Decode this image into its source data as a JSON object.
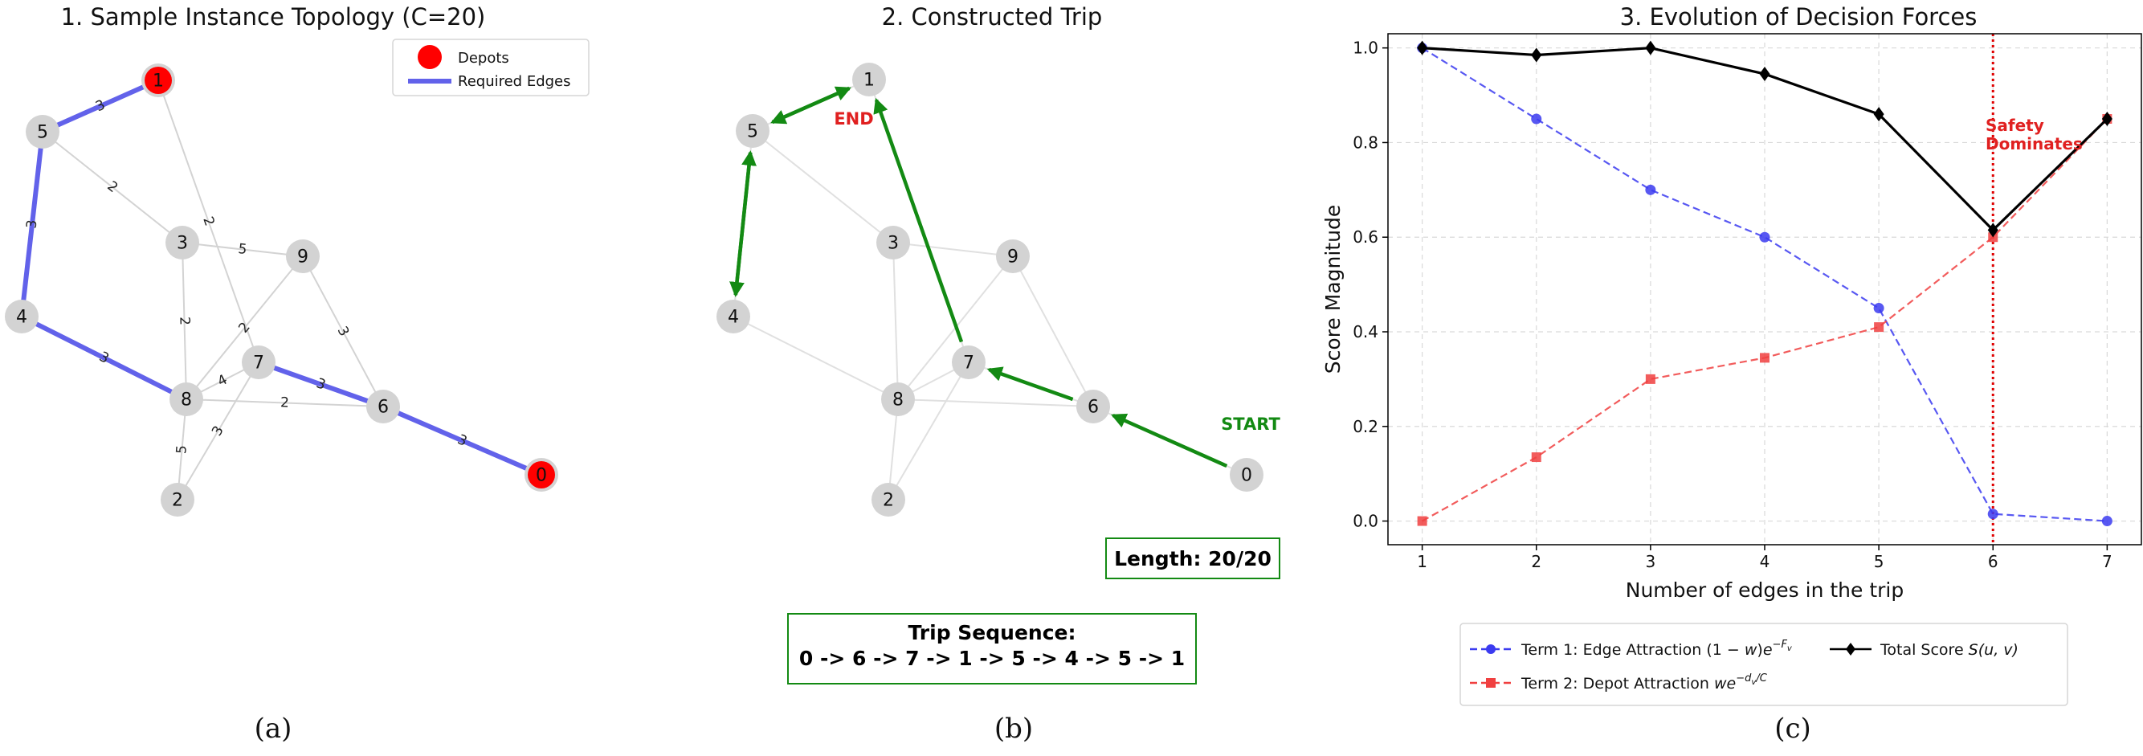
{
  "panels": {
    "a": {
      "title": "1. Sample Instance Topology (C=20)",
      "sublabel": "(a)",
      "legend": {
        "depots": "Depots",
        "required_edges": "Required Edges"
      }
    },
    "b": {
      "title": "2. Constructed Trip",
      "sublabel": "(b)",
      "start_label": "START",
      "end_label": "END",
      "length_box": "Length: 20/20",
      "trip_title": "Trip Sequence:",
      "trip_sequence": "0 -> 6 -> 7 -> 1 -> 5 -> 4 -> 5 -> 1"
    },
    "c": {
      "title": "3. Evolution of Decision Forces",
      "sublabel": "(c)",
      "safety_label_1": "Safety",
      "safety_label_2": "Dominates"
    }
  },
  "graph": {
    "nodes": [
      "0",
      "1",
      "2",
      "3",
      "4",
      "5",
      "6",
      "7",
      "8",
      "9"
    ],
    "depots": [
      "0",
      "1"
    ],
    "edges": [
      {
        "from": "1",
        "to": "5",
        "w": "3",
        "required": true
      },
      {
        "from": "5",
        "to": "4",
        "w": "3",
        "required": true
      },
      {
        "from": "4",
        "to": "8",
        "w": "3",
        "required": true
      },
      {
        "from": "7",
        "to": "6",
        "w": "3",
        "required": true
      },
      {
        "from": "6",
        "to": "0",
        "w": "3",
        "required": true
      },
      {
        "from": "5",
        "to": "3",
        "w": "2",
        "required": false
      },
      {
        "from": "1",
        "to": "7",
        "w": "2",
        "required": false
      },
      {
        "from": "3",
        "to": "9",
        "w": "5",
        "required": false
      },
      {
        "from": "3",
        "to": "8",
        "w": "2",
        "required": false
      },
      {
        "from": "9",
        "to": "8",
        "w": "2",
        "required": false
      },
      {
        "from": "9",
        "to": "6",
        "w": "3",
        "required": false
      },
      {
        "from": "8",
        "to": "7",
        "w": "4",
        "required": false
      },
      {
        "from": "8",
        "to": "6",
        "w": "2",
        "required": false
      },
      {
        "from": "8",
        "to": "2",
        "w": "5",
        "required": false
      },
      {
        "from": "7",
        "to": "2",
        "w": "3",
        "required": false
      }
    ],
    "trip": [
      "0",
      "6",
      "7",
      "1",
      "5",
      "4",
      "5",
      "1"
    ]
  },
  "chart_data": {
    "type": "line",
    "title": "3. Evolution of Decision Forces",
    "xlabel": "Number of edges in the trip",
    "ylabel": "Score Magnitude",
    "x": [
      1,
      2,
      3,
      4,
      5,
      6,
      7
    ],
    "xlim": [
      0.7,
      7.3
    ],
    "ylim": [
      -0.05,
      1.03
    ],
    "xticks": [
      "1",
      "2",
      "3",
      "4",
      "5",
      "6",
      "7"
    ],
    "yticks": [
      "0.0",
      "0.2",
      "0.4",
      "0.6",
      "0.8",
      "1.0"
    ],
    "grid": true,
    "legend_position": "bottom",
    "vline_x": 6,
    "series": [
      {
        "name": "Term 1: Edge Attraction (1 − w)e^(−F_v)",
        "color": "#3b3bf0",
        "marker": "circle",
        "dashed": true,
        "values": [
          1.0,
          0.85,
          0.7,
          0.6,
          0.45,
          0.015,
          0.0
        ]
      },
      {
        "name": "Term 2: Depot Attraction we^(−d_v/C)",
        "color": "#f04040",
        "marker": "square",
        "dashed": true,
        "values": [
          0.0,
          0.135,
          0.3,
          0.345,
          0.41,
          0.6,
          0.85
        ]
      },
      {
        "name": "Total Score S(u, v)",
        "color": "#000000",
        "marker": "diamond",
        "dashed": false,
        "values": [
          1.0,
          0.985,
          1.0,
          0.945,
          0.86,
          0.615,
          0.85
        ]
      }
    ],
    "legend": {
      "t1_prefix": "Term 1: Edge Attraction ",
      "t1_formula_a": "(1 − ",
      "t1_formula_w": "w",
      "t1_formula_b": ")",
      "t1_e": "e",
      "t1_sup": "−F",
      "t1_sub": "v",
      "t2_prefix": "Term 2: Depot Attraction ",
      "t2_w": "we",
      "t2_sup": "−d",
      "t2_sub": "v",
      "t2_sup_tail": "/C",
      "total_prefix": "Total Score ",
      "total_S": "S",
      "total_args": "(u, v)"
    }
  }
}
